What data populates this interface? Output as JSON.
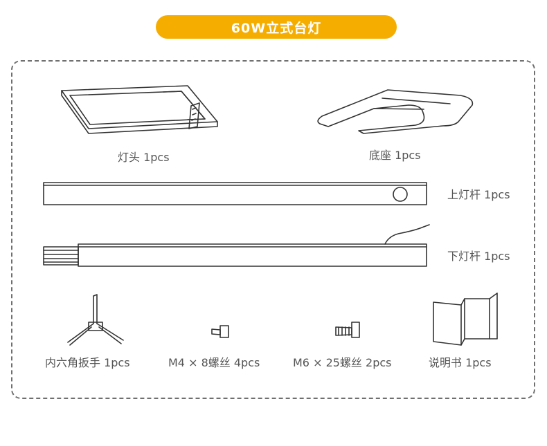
{
  "header": {
    "title": "60W立式台灯"
  },
  "parts": [
    {
      "label": "灯头  1pcs"
    },
    {
      "label": "底座  1pcs"
    },
    {
      "label": "上灯杆  1pcs"
    },
    {
      "label": "下灯杆  1pcs"
    },
    {
      "label": "内六角扳手  1pcs"
    },
    {
      "label": "M4 × 8螺丝  4pcs"
    },
    {
      "label": "M6 × 25螺丝  2pcs"
    },
    {
      "label": "说明书  1pcs"
    }
  ],
  "colors": {
    "accent": "#f5ad00",
    "border": "#6f6f6f",
    "text": "#555555"
  }
}
